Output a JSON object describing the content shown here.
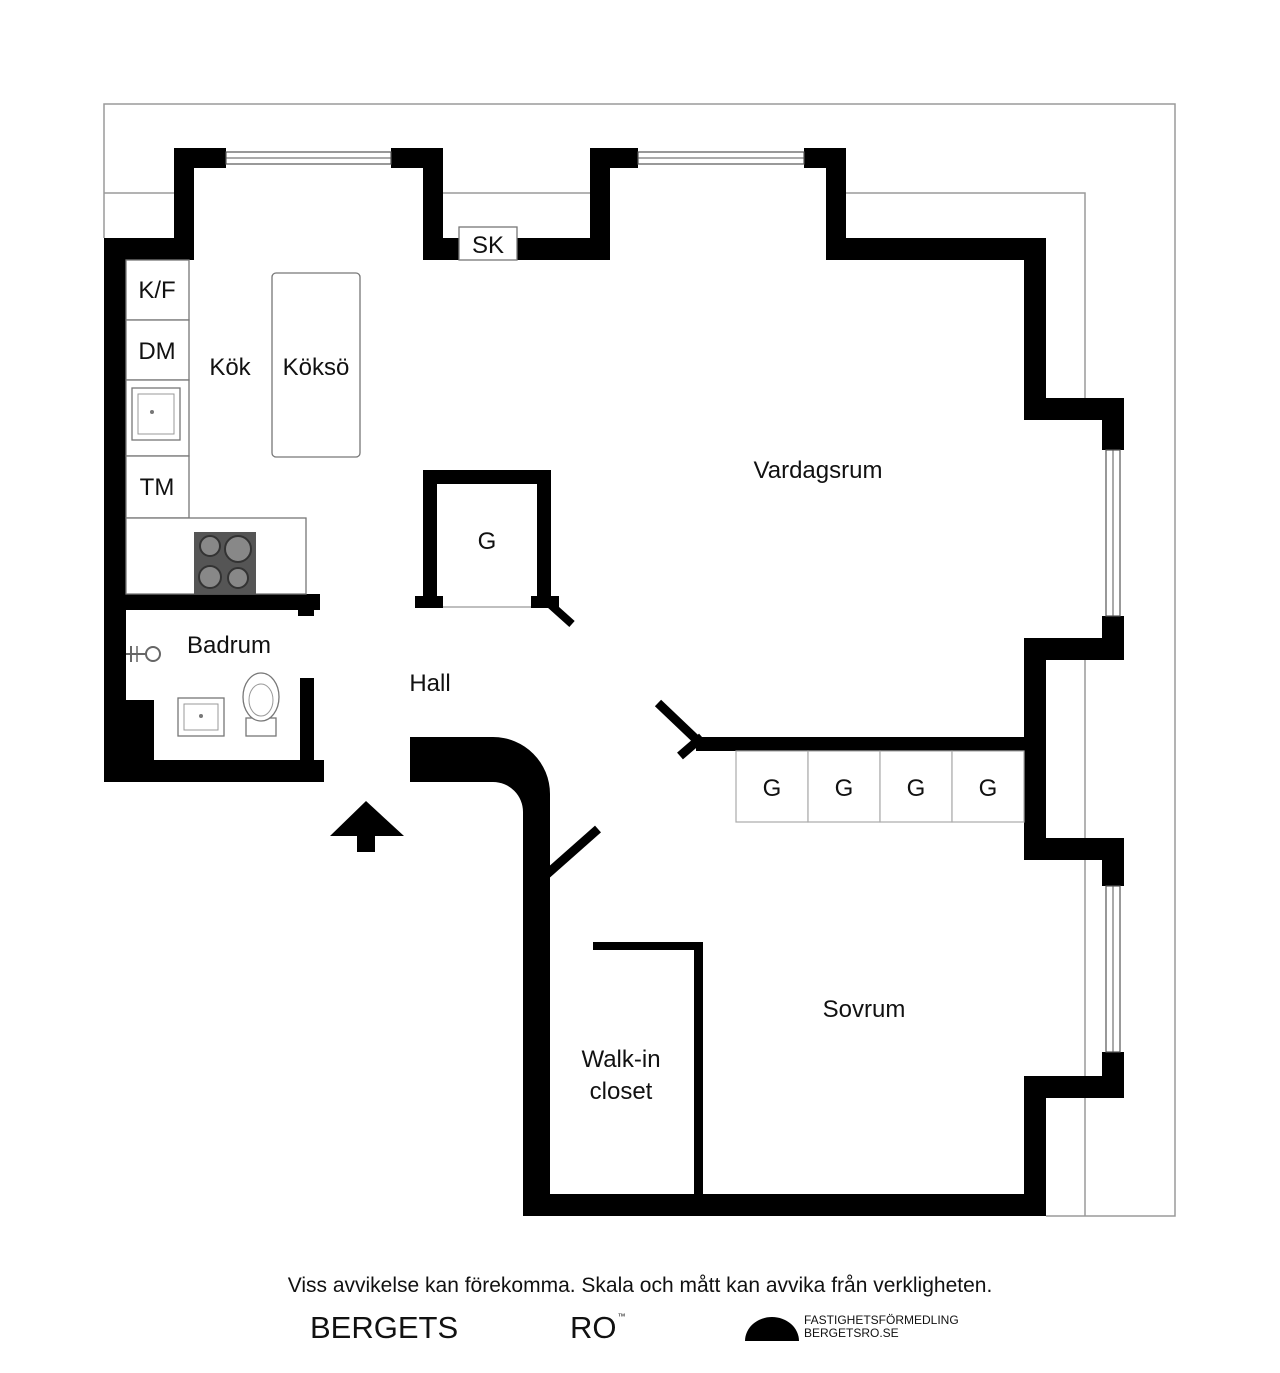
{
  "rooms": {
    "kok": "Kök",
    "koks_island": "Köksö",
    "vardagsrum": "Vardagsrum",
    "badrum": "Badrum",
    "hall": "Hall",
    "sovrum": "Sovrum",
    "walkin_line1": "Walk-in",
    "walkin_line2": "closet"
  },
  "fixtures": {
    "kf": "K/F",
    "dm": "DM",
    "tm": "TM",
    "sk": "SK",
    "g_hall": "G",
    "g_row": [
      "G",
      "G",
      "G",
      "G"
    ]
  },
  "footer": {
    "disclaimer": "Viss avvikelse kan förekomma. Skala och mått kan avvika från verkligheten.",
    "brand_left": "BERGETS",
    "brand_right": "RO",
    "brand_tm": "™",
    "firm_line1": "FASTIGHETSFÖRMEDLING",
    "firm_line2": "BERGETSRO.SE"
  },
  "colors": {
    "wall": "#000000",
    "background": "#ffffff",
    "stove": "#555555"
  }
}
